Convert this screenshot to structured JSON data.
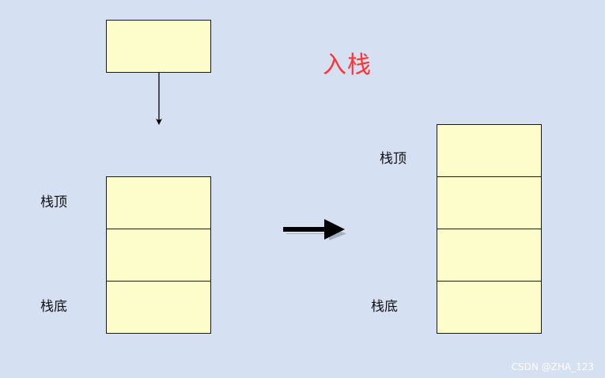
{
  "colors": {
    "background": "#d5e0f3",
    "cell_fill": "#fdfccb",
    "cell_border": "#1a1a1a",
    "title_color": "#ff3333"
  },
  "diagram": {
    "title": "入栈",
    "left_stack": {
      "top_label": "栈顶",
      "bottom_label": "栈底",
      "cell_count": 3
    },
    "right_stack": {
      "top_label": "栈顶",
      "bottom_label": "栈底",
      "cell_count": 4
    },
    "incoming_element_count": 1
  },
  "watermark": "CSDN @ZHA_123"
}
